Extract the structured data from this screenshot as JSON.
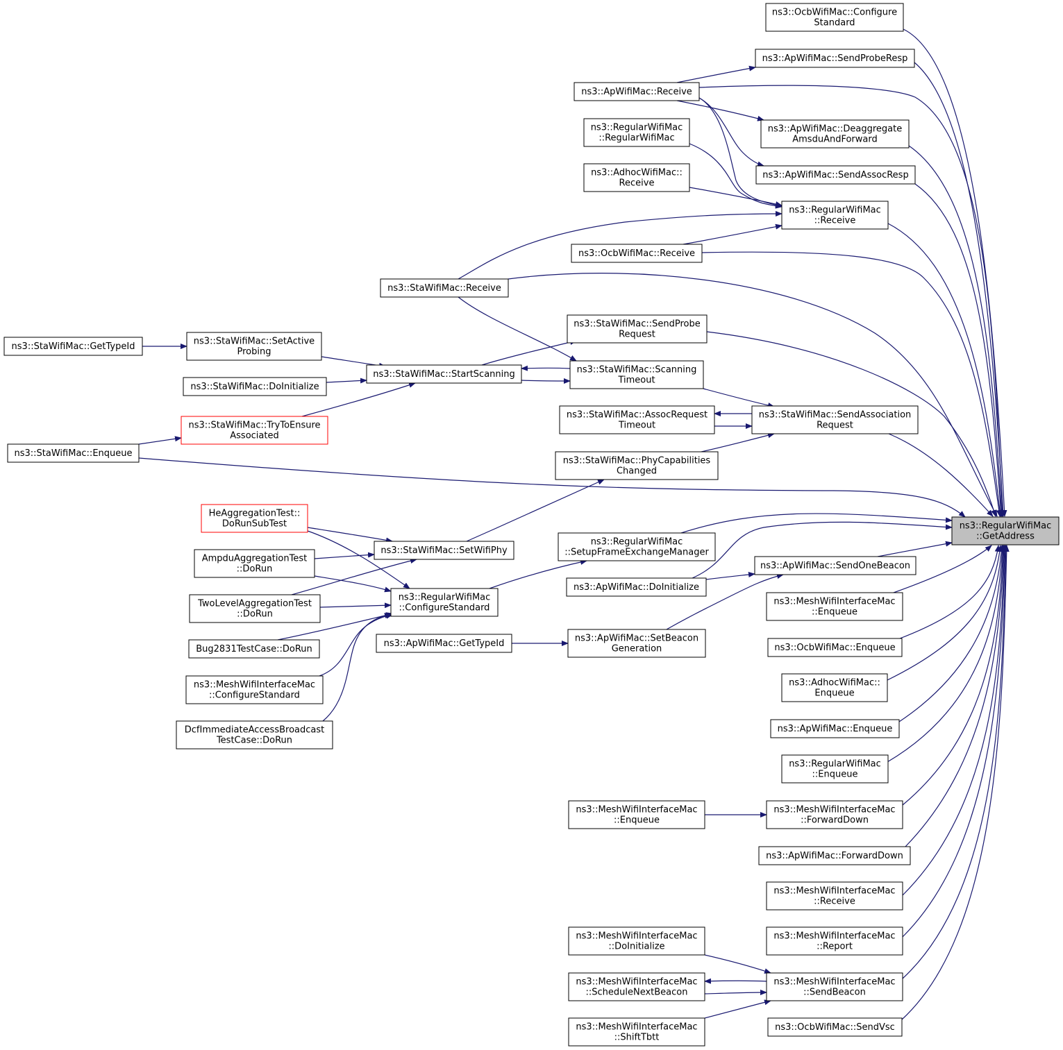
{
  "graph": {
    "target": "n_target",
    "colors": {
      "edge": "#191970",
      "node_border": "#000000",
      "truncated_border": "#ff0000",
      "target_fill": "#bfbfbf",
      "node_fill": "#ffffff"
    },
    "nodes": [
      {
        "id": "n_target",
        "lines": [
          "ns3::RegularWifiMac",
          "::GetAddress"
        ],
        "style": "target"
      },
      {
        "id": "n_ocb_cfg",
        "lines": [
          "ns3::OcbWifiMac::Configure",
          "Standard"
        ]
      },
      {
        "id": "n_ap_probe",
        "lines": [
          "ns3::ApWifiMac::SendProbeResp"
        ]
      },
      {
        "id": "n_ap_recv",
        "lines": [
          "ns3::ApWifiMac::Receive"
        ]
      },
      {
        "id": "n_ap_deagg",
        "lines": [
          "ns3::ApWifiMac::Deaggregate",
          "AmsduAndForward"
        ]
      },
      {
        "id": "n_reg_ctor",
        "lines": [
          "ns3::RegularWifiMac",
          "::RegularWifiMac"
        ]
      },
      {
        "id": "n_ap_assoc",
        "lines": [
          "ns3::ApWifiMac::SendAssocResp"
        ]
      },
      {
        "id": "n_adhoc_recv",
        "lines": [
          "ns3::AdhocWifiMac::",
          "Receive"
        ]
      },
      {
        "id": "n_reg_recv",
        "lines": [
          "ns3::RegularWifiMac",
          "::Receive"
        ]
      },
      {
        "id": "n_ocb_recv",
        "lines": [
          "ns3::OcbWifiMac::Receive"
        ]
      },
      {
        "id": "n_sta_recv",
        "lines": [
          "ns3::StaWifiMac::Receive"
        ]
      },
      {
        "id": "n_sta_gettype",
        "lines": [
          "ns3::StaWifiMac::GetTypeId"
        ]
      },
      {
        "id": "n_sta_active",
        "lines": [
          "ns3::StaWifiMac::SetActive",
          "Probing"
        ]
      },
      {
        "id": "n_sta_probe",
        "lines": [
          "ns3::StaWifiMac::SendProbe",
          "Request"
        ]
      },
      {
        "id": "n_sta_scan",
        "lines": [
          "ns3::StaWifiMac::StartScanning"
        ]
      },
      {
        "id": "n_sta_doinit",
        "lines": [
          "ns3::StaWifiMac::DoInitialize"
        ]
      },
      {
        "id": "n_sta_scantimeout",
        "lines": [
          "ns3::StaWifiMac::Scanning",
          "Timeout"
        ]
      },
      {
        "id": "n_sta_try",
        "lines": [
          "ns3::StaWifiMac::TryToEnsure",
          "Associated"
        ],
        "style": "truncated"
      },
      {
        "id": "n_sta_artimeout",
        "lines": [
          "ns3::StaWifiMac::AssocRequest",
          "Timeout"
        ]
      },
      {
        "id": "n_sta_sendassoc",
        "lines": [
          "ns3::StaWifiMac::SendAssociation",
          "Request"
        ]
      },
      {
        "id": "n_sta_enq",
        "lines": [
          "ns3::StaWifiMac::Enqueue"
        ]
      },
      {
        "id": "n_sta_phycap",
        "lines": [
          "ns3::StaWifiMac::PhyCapabilities",
          "Changed"
        ]
      },
      {
        "id": "n_he_test",
        "lines": [
          "HeAggregationTest::",
          "DoRunSubTest"
        ],
        "style": "truncated"
      },
      {
        "id": "n_reg_setupfem",
        "lines": [
          "ns3::RegularWifiMac",
          "::SetupFrameExchangeManager"
        ]
      },
      {
        "id": "n_sta_setphy",
        "lines": [
          "ns3::StaWifiMac::SetWifiPhy"
        ]
      },
      {
        "id": "n_ampdu_test",
        "lines": [
          "AmpduAggregationTest",
          "::DoRun"
        ]
      },
      {
        "id": "n_ap_beacon",
        "lines": [
          "ns3::ApWifiMac::SendOneBeacon"
        ]
      },
      {
        "id": "n_ap_doinit",
        "lines": [
          "ns3::ApWifiMac::DoInitialize"
        ]
      },
      {
        "id": "n_reg_cfg",
        "lines": [
          "ns3::RegularWifiMac",
          "::ConfigureStandard"
        ]
      },
      {
        "id": "n_twolevel_test",
        "lines": [
          "TwoLevelAggregationTest",
          "::DoRun"
        ]
      },
      {
        "id": "n_mesh_enq_r",
        "lines": [
          "ns3::MeshWifiInterfaceMac",
          "::Enqueue"
        ]
      },
      {
        "id": "n_bug_test",
        "lines": [
          "Bug2831TestCase::DoRun"
        ]
      },
      {
        "id": "n_ap_gettype",
        "lines": [
          "ns3::ApWifiMac::GetTypeId"
        ]
      },
      {
        "id": "n_ap_setbeacon",
        "lines": [
          "ns3::ApWifiMac::SetBeacon",
          "Generation"
        ]
      },
      {
        "id": "n_ocb_enq",
        "lines": [
          "ns3::OcbWifiMac::Enqueue"
        ]
      },
      {
        "id": "n_mesh_cfg",
        "lines": [
          "ns3::MeshWifiInterfaceMac",
          "::ConfigureStandard"
        ]
      },
      {
        "id": "n_adhoc_enq",
        "lines": [
          "ns3::AdhocWifiMac::",
          "Enqueue"
        ]
      },
      {
        "id": "n_dcf_test",
        "lines": [
          "DcfImmediateAccessBroadcast",
          "TestCase::DoRun"
        ]
      },
      {
        "id": "n_ap_enq",
        "lines": [
          "ns3::ApWifiMac::Enqueue"
        ]
      },
      {
        "id": "n_reg_enq",
        "lines": [
          "ns3::RegularWifiMac",
          "::Enqueue"
        ]
      },
      {
        "id": "n_mesh_enq_l",
        "lines": [
          "ns3::MeshWifiInterfaceMac",
          "::Enqueue"
        ]
      },
      {
        "id": "n_mesh_fwd",
        "lines": [
          "ns3::MeshWifiInterfaceMac",
          "::ForwardDown"
        ]
      },
      {
        "id": "n_ap_fwd",
        "lines": [
          "ns3::ApWifiMac::ForwardDown"
        ]
      },
      {
        "id": "n_mesh_recv",
        "lines": [
          "ns3::MeshWifiInterfaceMac",
          "::Receive"
        ]
      },
      {
        "id": "n_mesh_doinit",
        "lines": [
          "ns3::MeshWifiInterfaceMac",
          "::DoInitialize"
        ]
      },
      {
        "id": "n_mesh_report",
        "lines": [
          "ns3::MeshWifiInterfaceMac",
          "::Report"
        ]
      },
      {
        "id": "n_mesh_sched",
        "lines": [
          "ns3::MeshWifiInterfaceMac",
          "::ScheduleNextBeacon"
        ]
      },
      {
        "id": "n_mesh_sendbeacon",
        "lines": [
          "ns3::MeshWifiInterfaceMac",
          "::SendBeacon"
        ]
      },
      {
        "id": "n_mesh_shift",
        "lines": [
          "ns3::MeshWifiInterfaceMac",
          "::ShiftTbtt"
        ]
      },
      {
        "id": "n_ocb_vsc",
        "lines": [
          "ns3::OcbWifiMac::SendVsc"
        ]
      }
    ]
  }
}
